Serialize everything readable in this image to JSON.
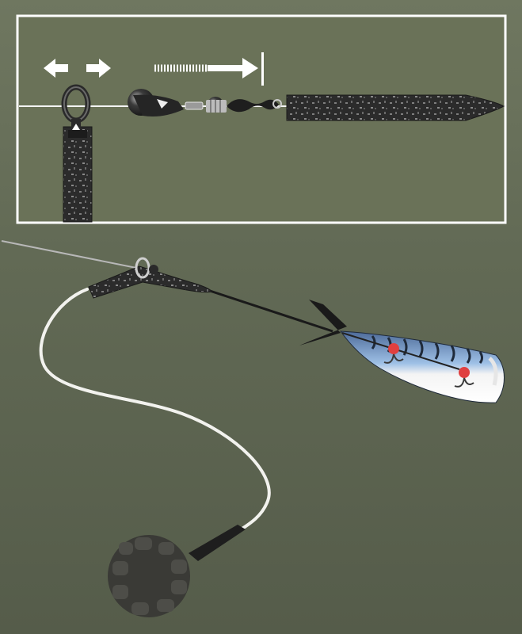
{
  "diagram": {
    "colors": {
      "background_top": "#6f7760",
      "background_bottom": "#555c4a",
      "inset_background": "#6a7258",
      "inset_border": "#ffffff",
      "arrow": "#ffffff",
      "main_line": "#f2f2ee",
      "tube_dark": "#2b2b2b",
      "tube_speckle": "#8a8a8a",
      "weight_dark": "#3a3a36",
      "weight_lobes": "#4a4a46",
      "bait_blue": "#8fb0d8",
      "bait_white": "#f4f4f4",
      "bait_stripe": "#1f2a3a",
      "bead_red": "#e04040"
    },
    "icons": {
      "short_arrow": "double-headed-arrow-icon",
      "long_arrow": "dashed-right-arrow-with-stop-icon"
    },
    "inset": {
      "components": [
        "swivel-ring",
        "bead",
        "swivel",
        "tube-boom",
        "leader-line"
      ]
    },
    "main": {
      "components": [
        "mainline",
        "run-ring",
        "tube-boom",
        "weight-link",
        "lead-weight",
        "leader-line",
        "mackerel-bait",
        "treble-hooks"
      ]
    }
  }
}
